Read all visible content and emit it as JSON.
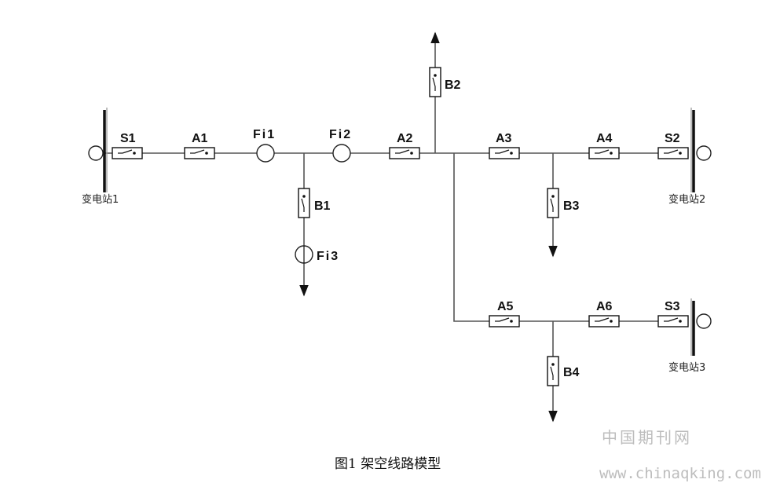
{
  "labels": {
    "S1": "S1",
    "A1": "A1",
    "Fi1": "Fi1",
    "Fi2": "Fi2",
    "A2": "A2",
    "B2": "B2",
    "A3": "A3",
    "A4": "A4",
    "S2": "S2",
    "B1": "B1",
    "Fi3": "Fi3",
    "B3": "B3",
    "A5": "A5",
    "A6": "A6",
    "S3": "S3",
    "B4": "B4"
  },
  "stations": {
    "station1": "变电站1",
    "station2": "变电站2",
    "station3": "变电站3"
  },
  "caption": "图1 架空线路模型",
  "watermark": {
    "cn": "中国期刊网",
    "url": "www.chinaqking.com"
  }
}
